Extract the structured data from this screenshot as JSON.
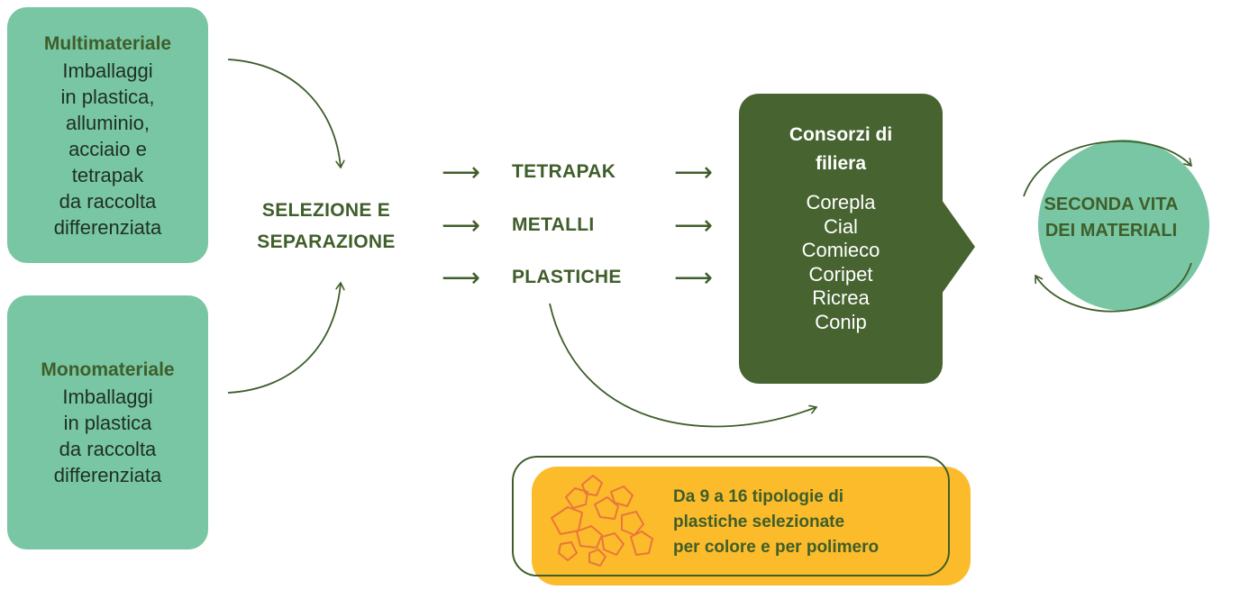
{
  "sources": [
    {
      "title": "Multimateriale",
      "text": "Imballaggi\nin plastica,\nalluminio,\nacciaio e\ntetrapak\nda raccolta\ndifferenziata"
    },
    {
      "title": "Monomateriale",
      "text": "Imballaggi\nin plastica\nda raccolta\ndifferenziata"
    }
  ],
  "process": {
    "label": "SELEZIONE E\nSEPARAZIONE"
  },
  "streams": [
    "TETRAPAK",
    "METALLI",
    "PLASTICHE"
  ],
  "consorzi": {
    "title": "Consorzi di\nfiliera",
    "members": [
      "Corepla",
      "Cial",
      "Comieco",
      "Coripet",
      "Ricrea",
      "Conip"
    ]
  },
  "outcome": {
    "label": "SECONDA VITA\nDEI MATERIALI"
  },
  "plastics_note": {
    "lines": [
      "Da 9 a 16 tipologie di",
      "plastiche selezionate",
      "per colore e per polimero"
    ],
    "icon": "plastic-waste-icon"
  },
  "colors": {
    "green_light": "#78c6a3",
    "green_dark": "#466330",
    "text_green": "#3f5e2a",
    "yellow": "#fbbb2b",
    "icon_orange": "#e9763d"
  }
}
